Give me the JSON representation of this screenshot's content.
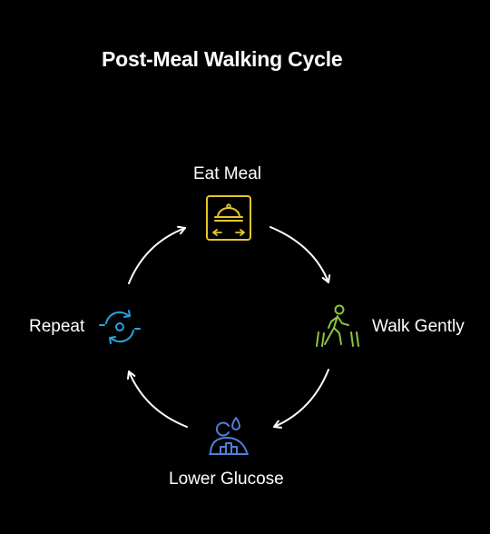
{
  "diagram": {
    "title": "Post-Meal Walking Cycle",
    "steps": [
      {
        "label": "Eat Meal",
        "icon": "serving-cloche-icon",
        "color": "#e5c62c"
      },
      {
        "label": "Walk Gently",
        "icon": "walking-person-icon",
        "color": "#8bc53f"
      },
      {
        "label": "Lower Glucose",
        "icon": "glucose-person-icon",
        "color": "#4f7fd9"
      },
      {
        "label": "Repeat",
        "icon": "repeat-cycle-icon",
        "color": "#29a3e0"
      }
    ],
    "flow": [
      "Eat Meal",
      "Walk Gently",
      "Lower Glucose",
      "Repeat",
      "Eat Meal"
    ],
    "background_color": "#000000",
    "arrow_color": "#ffffff"
  }
}
